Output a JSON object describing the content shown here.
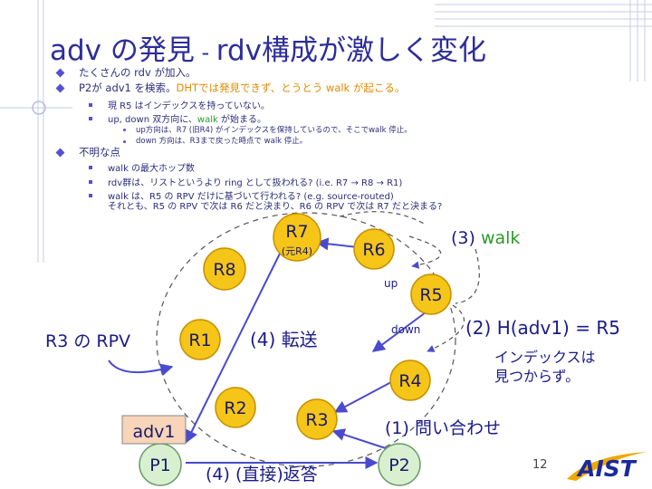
{
  "title": {
    "main": "adv の発見",
    "sep": " - ",
    "sub": "rdv構成が激しく変化"
  },
  "bullets": {
    "l1a": "たくさんの rdv が加入。",
    "l1b_pre": "P2が adv1 を検索。",
    "l1b_hl": "DHTでは発見できず、とうとう walk が起こる。",
    "l2a": "現 R5 はインデックスを持っていない。",
    "l2b_pre": "up, down 双方向に、",
    "l2b_hl": "walk",
    "l2b_post": " が始まる。",
    "l3a": "up方向は、R7 (旧R4) がインデックスを保持しているので、そこでwalk 停止。",
    "l3b": "down 方向は、R3まで戻った時点で walk 停止。",
    "l1c": "不明な点",
    "l2c": "walk の最大ホップ数",
    "l2d": "rdv群は、リストというより ring として扱われる? (i.e. R7 → R8 → R1)",
    "l2e": "walk は、R5 の RPV だけに基づいて行われる? (e.g. source-routed)",
    "l2f": "それとも、R5 の RPV で次は R6 だと決まり、R6 の RPV で次は R7 だと決まる?"
  },
  "nodes": {
    "R7": "R7",
    "R7_sub": "(元R4)",
    "R6": "R6",
    "R8": "R8",
    "R5": "R5",
    "R1": "R1",
    "R4": "R4",
    "R2": "R2",
    "R3": "R3",
    "P1": "P1",
    "P2": "P2"
  },
  "labels": {
    "walk_num": "(3) ",
    "walk": "walk",
    "up": "up",
    "down": "down",
    "hash": "(2) H(adv1) = R5",
    "notfound1": "インデックスは",
    "notfound2": "見つからず。",
    "rpv": "R3 の RPV",
    "transfer": "(4) 転送",
    "query": "(1) 問い合わせ",
    "reply": "(4) (直接)返答",
    "adv": "adv1"
  },
  "page": "12",
  "logo": "AIST",
  "colors": {
    "node": "#f5c518",
    "node_stroke": "#c89000",
    "arrow": "#4a4ad0",
    "title": "#2d2d9a",
    "peer": "#d8f0d0",
    "adv_box": "#f8d4b8"
  }
}
